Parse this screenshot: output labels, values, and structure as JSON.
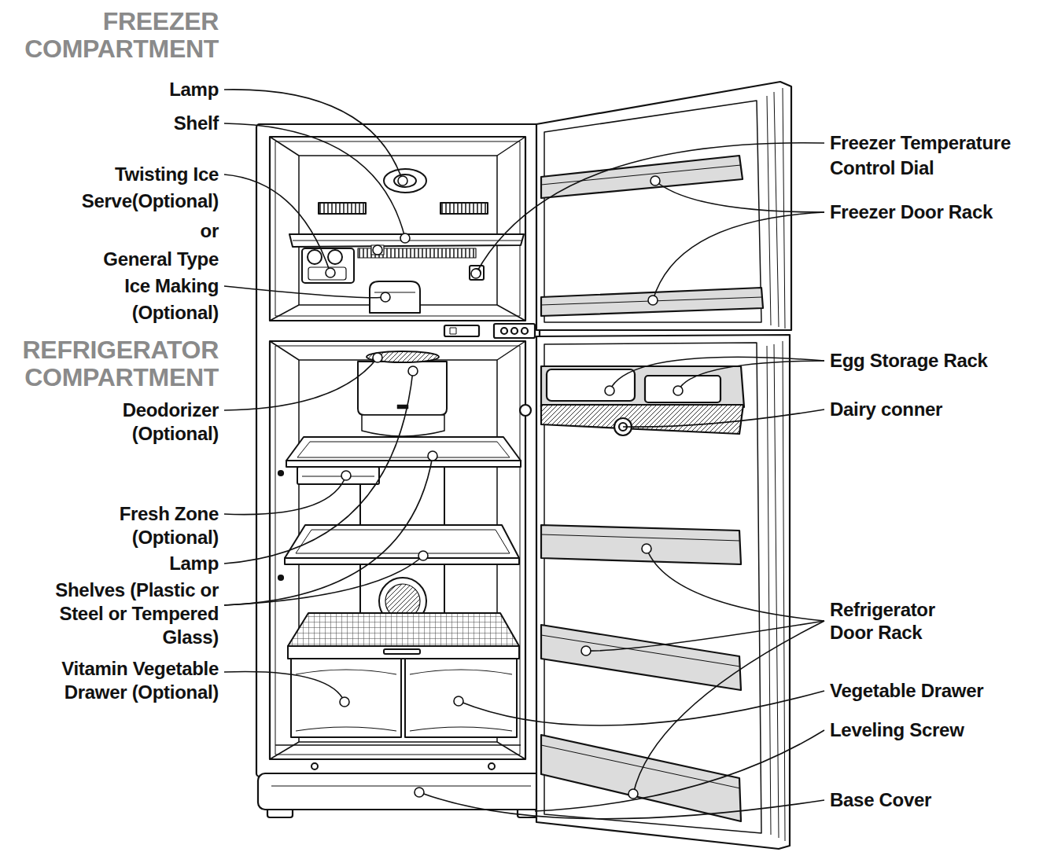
{
  "diagram": {
    "labels": [
      "FREEZER COMPARTMENT",
      "Lamp",
      "Shelf",
      "Twisting Ice Serve(Optional)",
      "or",
      "General Type Ice Making (Optional)",
      "REFRIGERATOR COMPARTMENT",
      "Deodorizer (Optional)",
      "Fresh Zone (Optional)",
      "Lamp",
      "Shelves (Plastic or Steel or Tempered Glass)",
      "Vitamin Vegetable Drawer (Optional)",
      "Freezer Temperature Control Dial",
      "Freezer Door Rack",
      "Egg Storage Rack",
      "Dairy conner",
      "Refrigerator Door Rack",
      "Vegetable Drawer",
      "Leveling Screw",
      "Base Cover"
    ]
  }
}
